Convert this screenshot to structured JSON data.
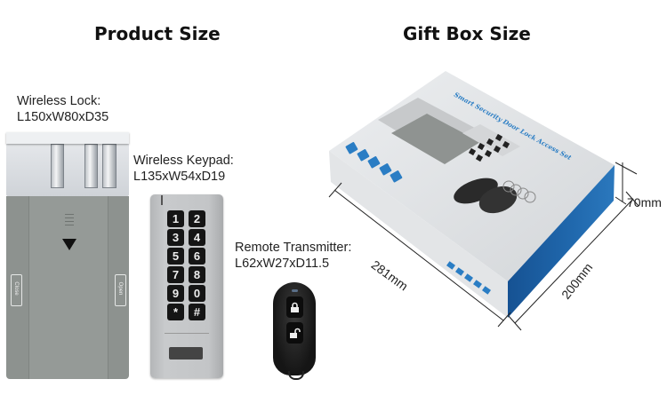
{
  "sections": {
    "product_size_title": "Product Size",
    "gift_box_title": "Gift Box Size"
  },
  "products": {
    "lock": {
      "name": "Wireless Lock:",
      "dims": "L150xW80xD35",
      "tag_left": "Close",
      "tag_right": "Open"
    },
    "keypad": {
      "name": "Wireless Keypad:",
      "dims": "L135xW54xD19",
      "keys": [
        "1",
        "2",
        "3",
        "4",
        "5",
        "6",
        "7",
        "8",
        "9",
        "0",
        "*",
        "#"
      ]
    },
    "remote": {
      "name": "Remote Transmitter:",
      "dims": "L62xW27xD11.5",
      "buttons": [
        "lock-icon",
        "unlock-icon"
      ]
    }
  },
  "gift_box": {
    "print_title": "Smart Security Door Lock Access Set",
    "length": "281mm",
    "width": "200mm",
    "height": "70mm",
    "colors": {
      "side": "#1f5e9e",
      "top": "#dfe1e3",
      "accent": "#2a7dc4"
    }
  }
}
